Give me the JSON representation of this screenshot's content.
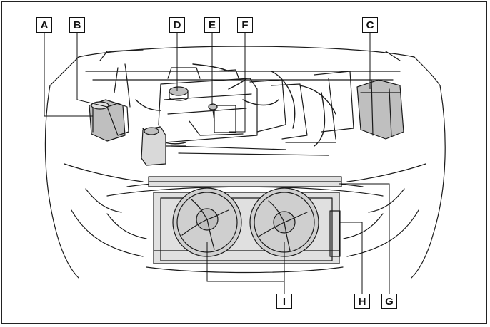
{
  "callouts": {
    "a": "A",
    "b": "B",
    "c": "C",
    "d": "D",
    "e": "E",
    "f": "F",
    "g": "G",
    "h": "H",
    "i": "I"
  },
  "colors": {
    "line": "#1a1a1a",
    "shade": "#bfbfbf",
    "light_shade": "#e0e0e0"
  }
}
